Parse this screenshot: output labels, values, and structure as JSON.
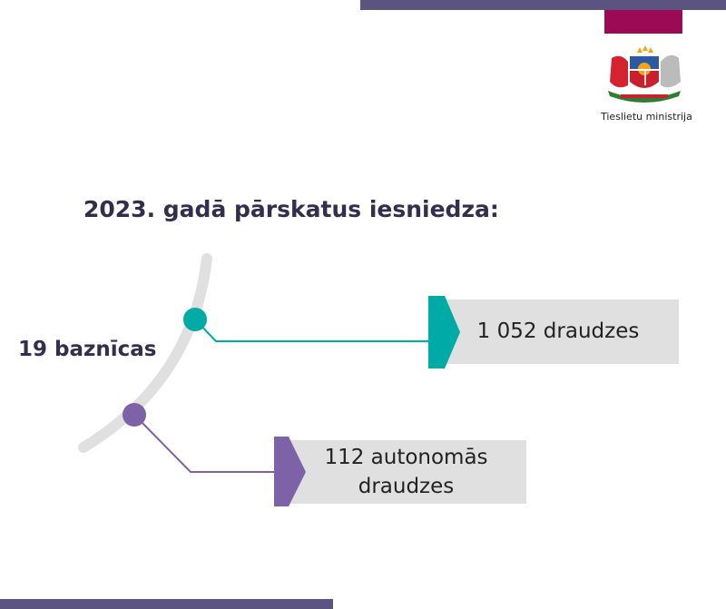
{
  "header": {
    "ministry_name": "Tieslietu ministrija",
    "logo": "latvia-coat-of-arms"
  },
  "title": "2023. gadā pārskatus iesniedza:",
  "root_label": "19 baznīcas",
  "branches": [
    {
      "label": "1 052 draudzes",
      "color": "#00aaa6"
    },
    {
      "label_line1": "112 autonomās",
      "label_line2": "draudzes",
      "color": "#7e62a8"
    }
  ],
  "colors": {
    "bar": "#5b5480",
    "accent": "#9b0b55",
    "arc": "#e0e0e0",
    "box": "#e0e0e0"
  }
}
